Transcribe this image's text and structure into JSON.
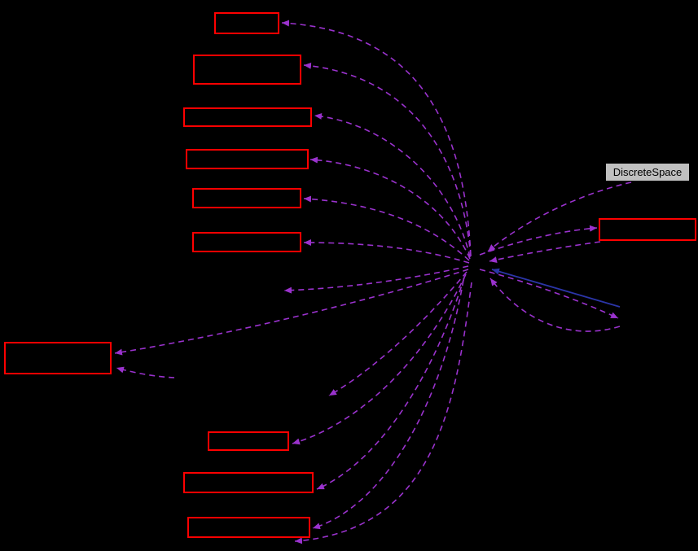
{
  "diagram": {
    "background_color": "#000000",
    "node_border_color": "#ff0000",
    "highlighted_node_fill": "#c0c0c0",
    "highlighted_node_text_color": "#000000",
    "usage_edge_color": "#9a32cd",
    "inheritance_edge_color": "#2b35a8",
    "nodes": [
      {
        "id": "top-node",
        "label": ""
      },
      {
        "id": "left-node-1",
        "label": ""
      },
      {
        "id": "left-node-2",
        "label": ""
      },
      {
        "id": "left-node-3",
        "label": ""
      },
      {
        "id": "left-node-4",
        "label": ""
      },
      {
        "id": "left-node-5",
        "label": ""
      },
      {
        "id": "discrete-space-node",
        "label": "DiscreteSpace"
      },
      {
        "id": "right-node",
        "label": ""
      },
      {
        "id": "far-left-node",
        "label": ""
      },
      {
        "id": "bottom-node-1",
        "label": ""
      },
      {
        "id": "bottom-node-2",
        "label": ""
      },
      {
        "id": "bottom-node-3",
        "label": ""
      }
    ]
  }
}
